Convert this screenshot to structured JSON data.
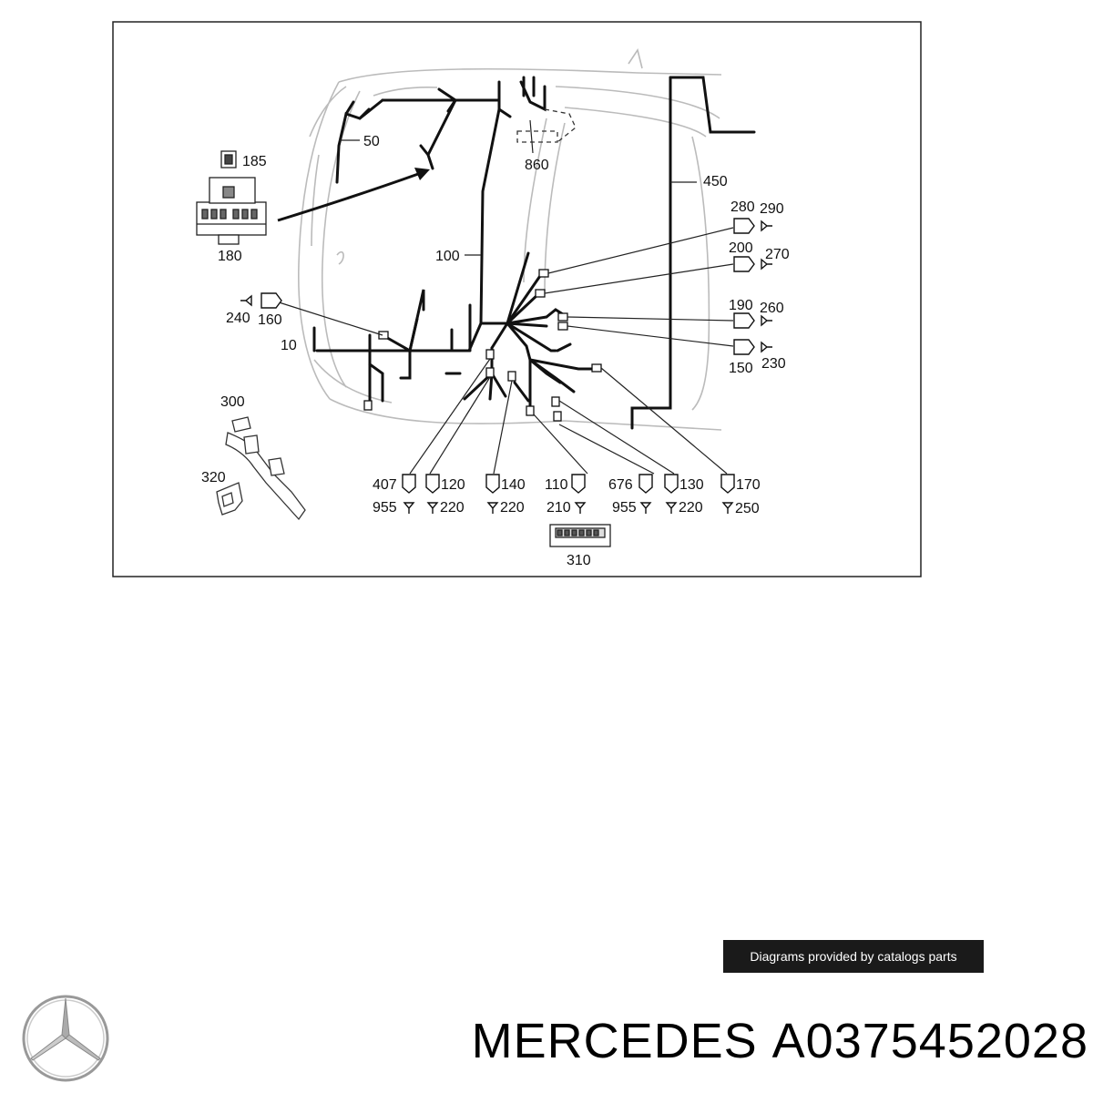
{
  "diagram": {
    "labels": {
      "p10": "10",
      "p50": "50",
      "p100": "100",
      "p110": "110",
      "p120": "120",
      "p130": "130",
      "p140": "140",
      "p150": "150",
      "p160": "160",
      "p170": "170",
      "p180": "180",
      "p185": "185",
      "p190": "190",
      "p200": "200",
      "p210": "210",
      "p220a": "220",
      "p220b": "220",
      "p220c": "220",
      "p230": "230",
      "p240": "240",
      "p250": "250",
      "p260": "260",
      "p270": "270",
      "p280": "280",
      "p290": "290",
      "p300": "300",
      "p310": "310",
      "p320": "320",
      "p407": "407",
      "p450": "450",
      "p676": "676",
      "p860": "860",
      "p955a": "955",
      "p955b": "955"
    }
  },
  "caption": "Diagrams provided by catalogs parts",
  "footer": {
    "brand": "MERCEDES",
    "part_number": "A0375452028",
    "logo_icon": "mercedes-star-icon"
  }
}
